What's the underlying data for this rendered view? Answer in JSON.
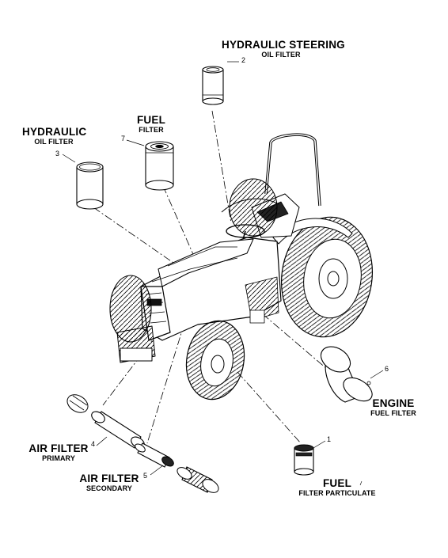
{
  "parts": [
    {
      "id": "1",
      "title": "FUEL",
      "subtitle": "FILTER PARTICULATE"
    },
    {
      "id": "2",
      "title": "HYDRAULIC STEERING",
      "subtitle": "OIL FILTER"
    },
    {
      "id": "3",
      "title": "HYDRAULIC",
      "subtitle": "OIL FILTER"
    },
    {
      "id": "4",
      "title": "AIR FILTER",
      "subtitle": "PRIMARY"
    },
    {
      "id": "5",
      "title": "AIR FILTER",
      "subtitle": "SECONDARY"
    },
    {
      "id": "6",
      "title": "ENGINE",
      "subtitle": "FUEL FILTER"
    },
    {
      "id": "7",
      "title": "FUEL",
      "subtitle": "FILTER"
    }
  ]
}
